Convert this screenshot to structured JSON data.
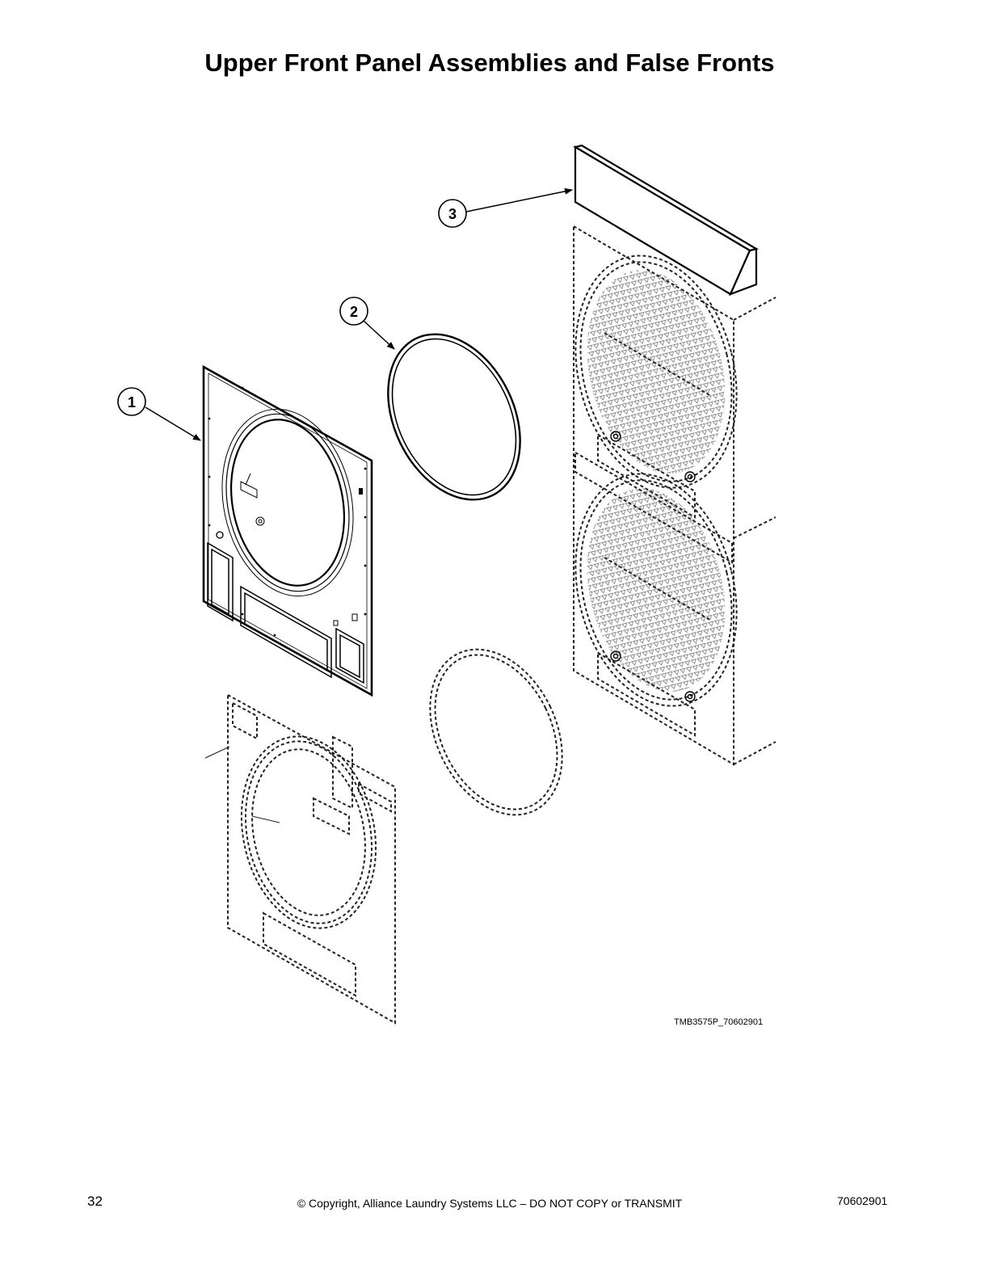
{
  "page": {
    "title": "Upper Front Panel Assemblies and False Fronts",
    "drawing_id": "TMB3575P_70602901",
    "page_number": "32",
    "copyright": "© Copyright, Alliance Laundry Systems LLC – DO NOT COPY or TRANSMIT",
    "document_number": "70602901"
  },
  "callouts": [
    {
      "number": "1",
      "part": "upper-front-panel"
    },
    {
      "number": "2",
      "part": "door-gasket-ring"
    },
    {
      "number": "3",
      "part": "false-front"
    }
  ],
  "colors": {
    "line": "#000000",
    "hidden_line": "#333333",
    "background": "#ffffff"
  }
}
